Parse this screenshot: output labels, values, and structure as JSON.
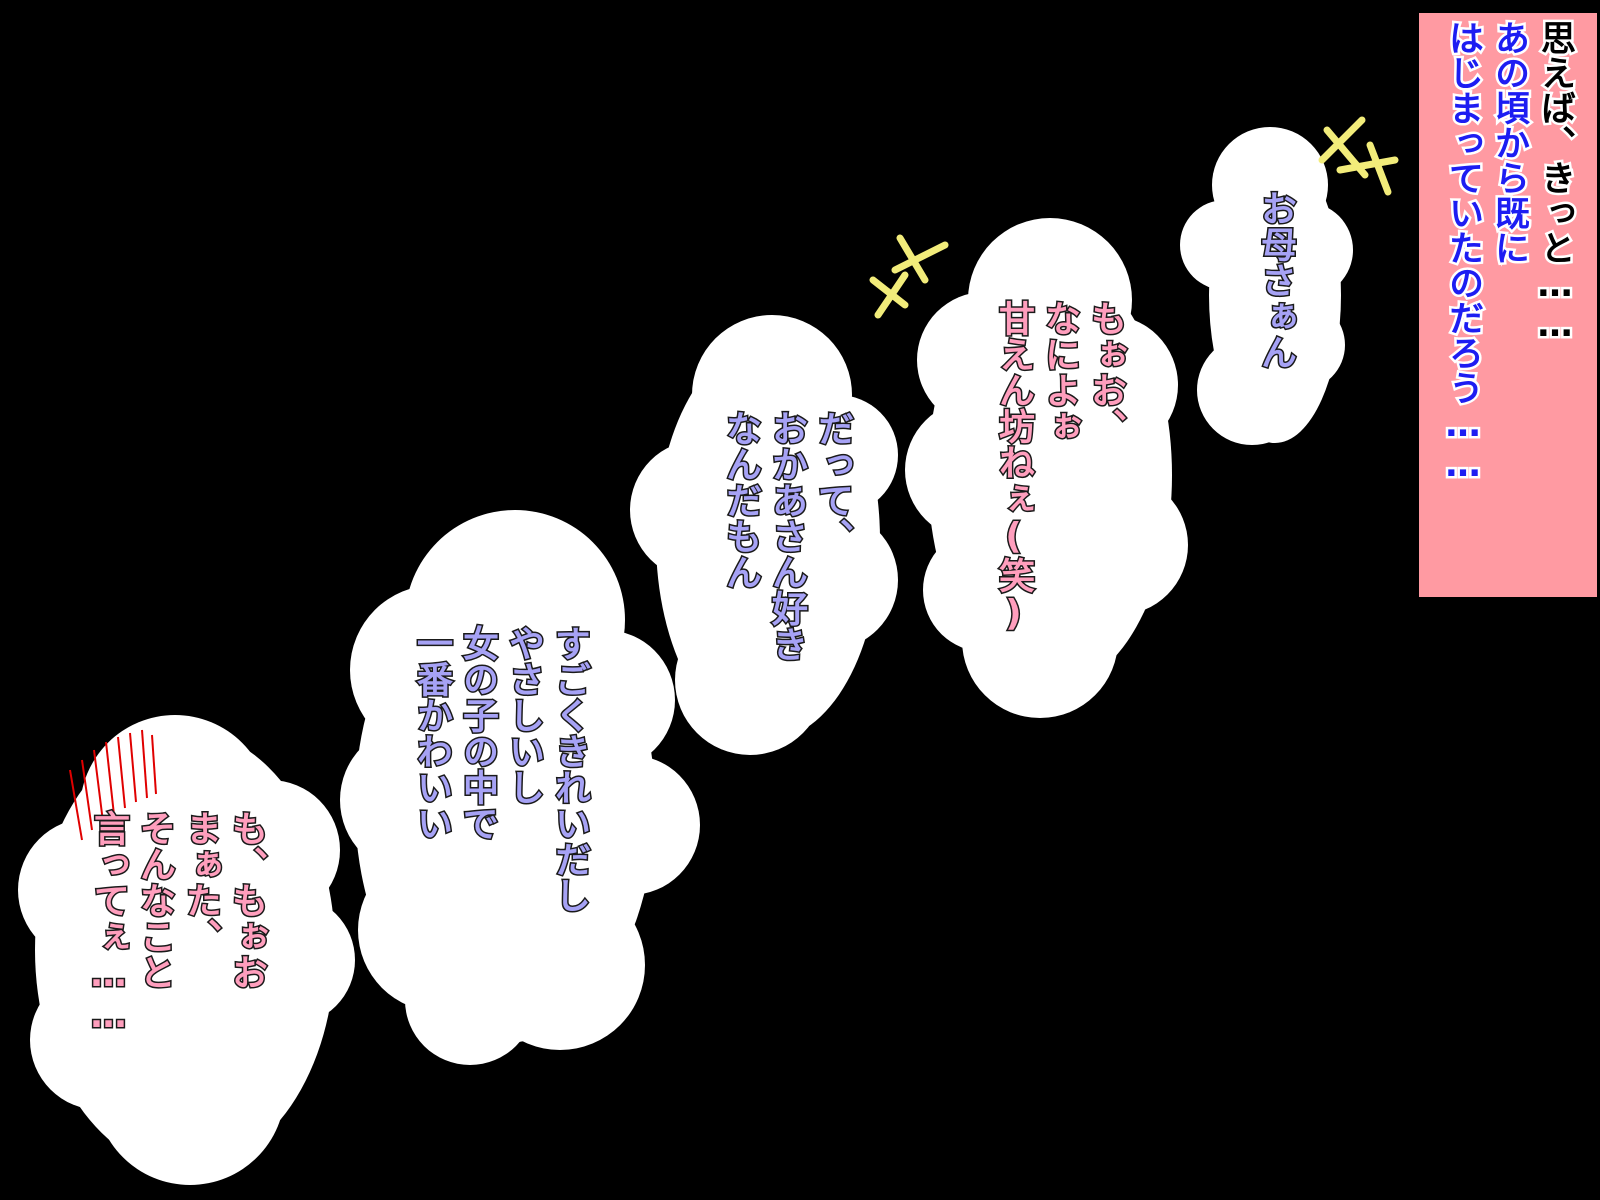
{
  "colors": {
    "background": "#000000",
    "bubble": "#ffffff",
    "text_purple": "#a6a2f5",
    "text_pink": "#ff9ebd",
    "narration_box": "#ff9aa2",
    "narration_blue": "#1d1df2",
    "sparkle": "#f2ec7a",
    "blush": "#e00000"
  },
  "narration": {
    "line1": "思えば、きっと……",
    "line2": "あの頃から既に",
    "line3": "はじまっていたのだろう……"
  },
  "bubbles": [
    {
      "lines": [
        "お母さぁん"
      ]
    },
    {
      "lines": [
        "もぉお、",
        "なによぉ",
        "甘えん坊ねぇ(笑)"
      ]
    },
    {
      "lines": [
        "だって、",
        "おかあさん好き",
        "なんだもん"
      ]
    },
    {
      "lines": [
        "すごくきれいだし",
        "やさしいし",
        "女の子の中で",
        "一番かわいい"
      ]
    },
    {
      "lines": [
        "も、もぉお",
        "まぁた、",
        "そんなこと",
        "言ってぇ……"
      ]
    }
  ],
  "decorations": {
    "sparkle_icon": "sparkle-icon",
    "blush_icon": "blush-lines-icon"
  }
}
